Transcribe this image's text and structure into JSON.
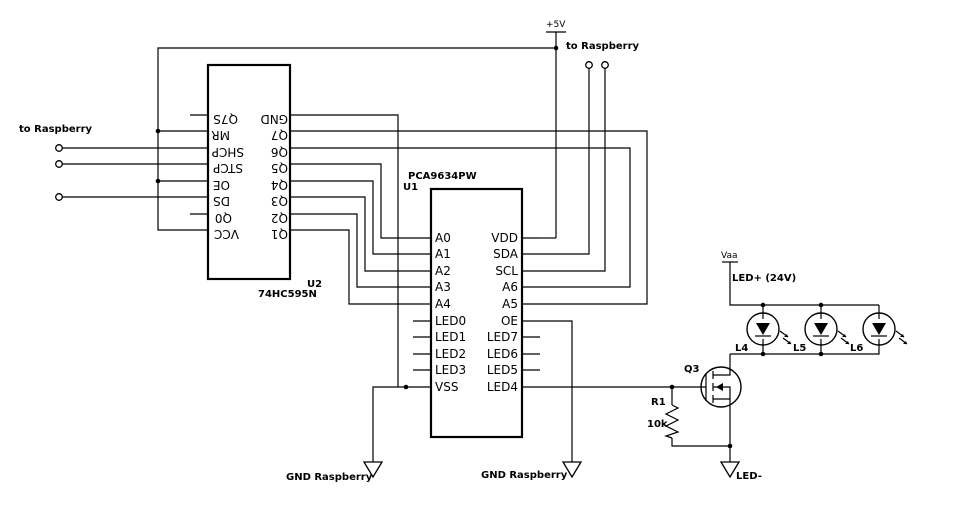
{
  "supply": {
    "plus5v": "+5V",
    "vaa": "Vaa",
    "led_plus": "LED+ (24V)",
    "led_minus": "LED-"
  },
  "labels": {
    "to_raspberry_left": "to Raspberry",
    "to_raspberry_top": "to Raspberry",
    "gnd_raspberry_1": "GND Raspberry",
    "gnd_raspberry_2": "GND Raspberry"
  },
  "u2": {
    "ref": "U2",
    "part": "74HC595N",
    "left_pins": [
      "Q7S",
      "MR",
      "SHCP",
      "STCP",
      "OE",
      "DS",
      "Q0",
      "VCC"
    ],
    "right_pins": [
      "GND",
      "Q7",
      "Q6",
      "Q5",
      "Q4",
      "Q3",
      "Q2",
      "Q1"
    ]
  },
  "u1": {
    "ref": "U1",
    "part": "PCA9634PW",
    "left_pins": [
      "A0",
      "A1",
      "A2",
      "A3",
      "A4",
      "LED0",
      "LED1",
      "LED2",
      "LED3",
      "VSS"
    ],
    "right_pins": [
      "VDD",
      "SDA",
      "SCL",
      "A6",
      "A5",
      "OE",
      "LED7",
      "LED6",
      "LED5",
      "LED4"
    ]
  },
  "q3": {
    "ref": "Q3"
  },
  "r1": {
    "ref": "R1",
    "value": "10k"
  },
  "leds": [
    "L4",
    "L5",
    "L6"
  ]
}
